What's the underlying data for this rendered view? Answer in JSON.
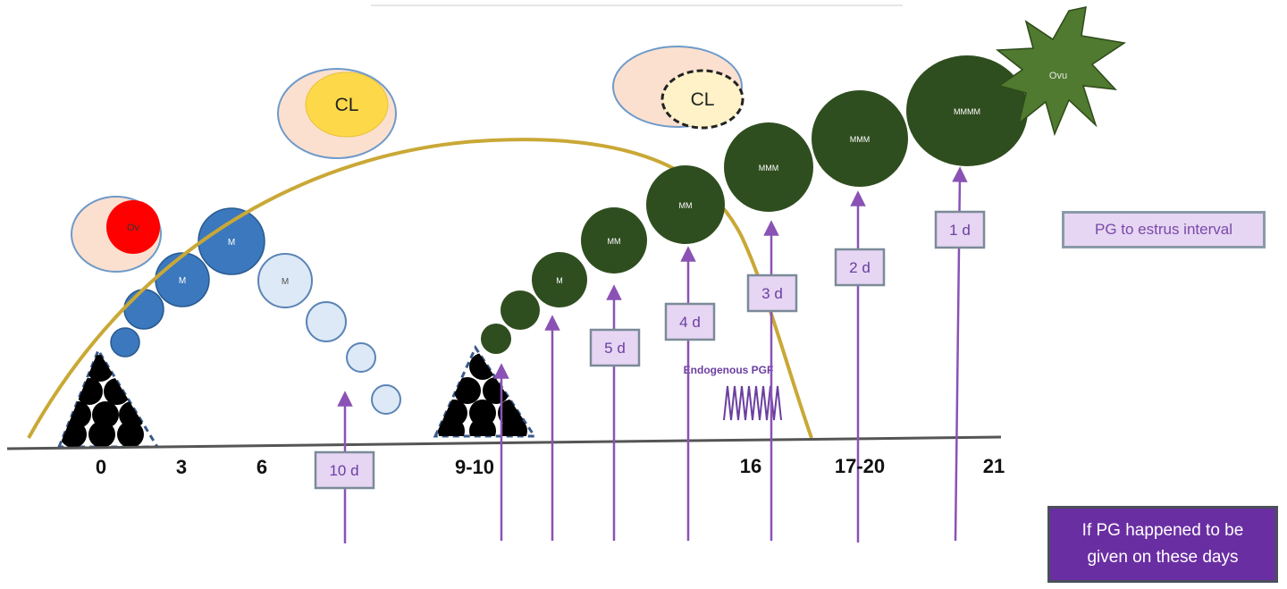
{
  "cl_labels": [
    "CL",
    "CL"
  ],
  "ovulatory_label": "Ov",
  "follicle_labels": {
    "first_wave_dominant": "M",
    "first_wave_atretic": "M",
    "second_wave_small": "M",
    "second_wave_medium": "MM",
    "second_wave_large": "MMM",
    "preovulatory": "MMMM",
    "ovulation_burst": "Ovu"
  },
  "day_axis": [
    "0",
    "3",
    "6",
    "9-10",
    "16",
    "17-20",
    "21"
  ],
  "intervals": [
    "10 d",
    "5 d",
    "4 d",
    "3 d",
    "2 d",
    "1 d"
  ],
  "endogenous_label": "Endogenous PGF",
  "legend": {
    "text": "PG to estrus interval"
  },
  "note": {
    "text": "If PG happened to be given on these days"
  },
  "colors": {
    "cl_curve": "#c9a836",
    "wave1_follicle": "#3b78bd",
    "atretic_follicle": "#dde9f7",
    "wave2_follicle": "#2f4e1f",
    "ovulation": "#4f7a2f",
    "ovulatory_follicle": "#ff0000",
    "cl_fill": "#fdd94a",
    "cl_pale": "#fff2c8",
    "ovary": "#fbe0d0",
    "arrow": "#8a52b5",
    "label_box": "#e6d5f3",
    "note_box": "#6a2ea3"
  }
}
